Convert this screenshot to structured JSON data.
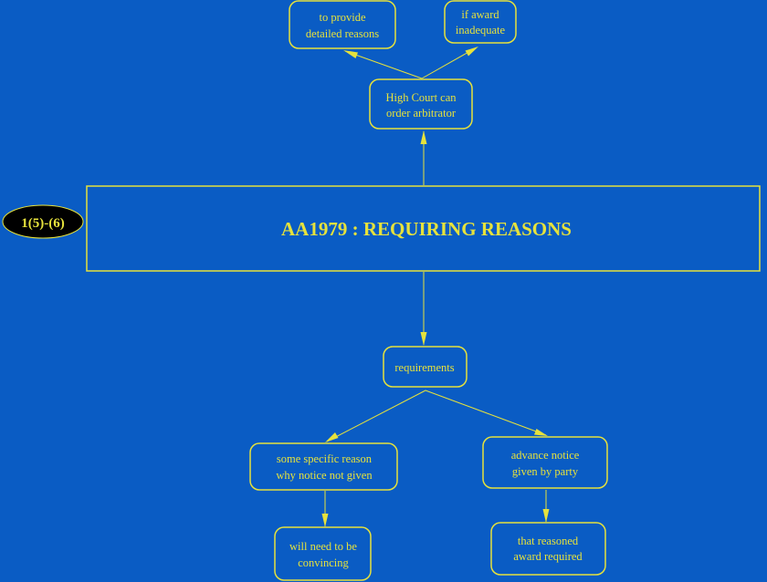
{
  "colors": {
    "background": "#0a5cc4",
    "line": "#e6e23c",
    "text": "#e6e23c",
    "tag_fill": "#000000"
  },
  "tag": {
    "label": "1(5)-(6)"
  },
  "title": {
    "label": "AA1979 : REQUIRING REASONS"
  },
  "nodes": {
    "high_court": {
      "line1": "High Court can",
      "line2": "order arbitrator"
    },
    "detailed_reasons": {
      "line1": "to provide",
      "line2": "detailed reasons"
    },
    "award_inadequate": {
      "line1": "if award",
      "line2": "inadequate"
    },
    "requirements": {
      "line1": "requirements"
    },
    "specific_reason": {
      "line1": "some specific reason",
      "line2": "why notice not given"
    },
    "advance_notice": {
      "line1": "advance notice",
      "line2": "given by party"
    },
    "convincing": {
      "line1": "will need to be",
      "line2": "convincing"
    },
    "reasoned_award": {
      "line1": "that reasoned",
      "line2": "award required"
    }
  }
}
